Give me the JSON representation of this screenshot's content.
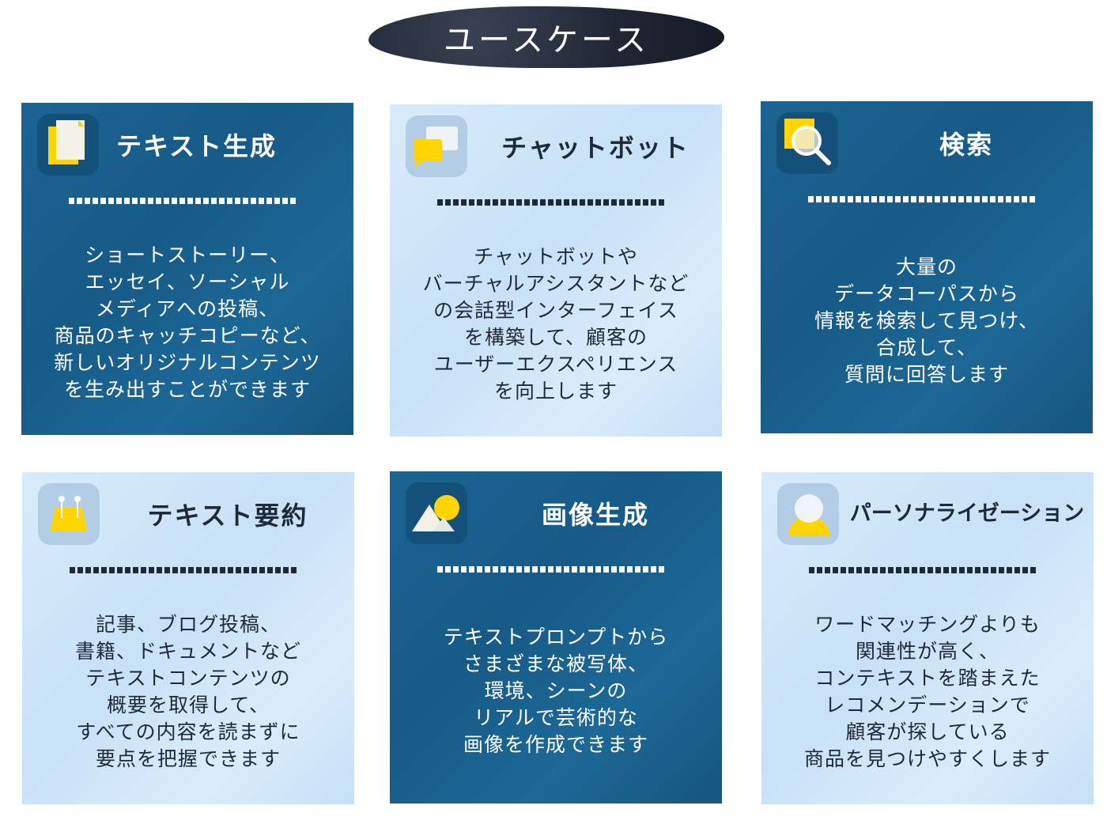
{
  "title": "ユースケース",
  "cards": [
    {
      "title": "テキスト生成",
      "icon": "document-icon",
      "theme": "dark",
      "body": "ショートストーリー、\nエッセイ、ソーシャル\nメディアへの投稿、\n商品のキャッチコピーなど、\n新しいオリジナルコンテンツ\nを生み出すことができます"
    },
    {
      "title": "チャットボット",
      "icon": "chat-bubble-icon",
      "theme": "light",
      "body": "チャットボットや\nバーチャルアシスタントなど\nの会話型インターフェイス\nを構築して、顧客の\nユーザーエクスペリエンス\nを向上します"
    },
    {
      "title": "検索",
      "icon": "search-icon",
      "theme": "dark",
      "body": "大量の\nデータコーパスから\n情報を検索して見つけ、\n合成して、\n質問に回答します"
    },
    {
      "title": "テキスト要約",
      "icon": "summary-board-icon",
      "theme": "light",
      "body": "記事、ブログ投稿、\n書籍、ドキュメントなど\nテキストコンテンツの\n概要を取得して、\nすべての内容を読まずに\n要点を把握できます"
    },
    {
      "title": "画像生成",
      "icon": "image-icon",
      "theme": "dark",
      "body": "テキストプロンプトから\nさまざまな被写体、\n環境、シーンの\nリアルで芸術的な\n画像を作成できます"
    },
    {
      "title": "パーソナライゼーション",
      "icon": "user-icon",
      "theme": "light",
      "body": "ワードマッチングよりも\n関連性が高く、\nコンテキストを踏まえた\nレコメンデーションで\n顧客が探している\n商品を見つけやすくします"
    }
  ],
  "colors": {
    "dark": "#1a5f8c",
    "light": "#cfe5f8",
    "accent": "#ffd400"
  }
}
